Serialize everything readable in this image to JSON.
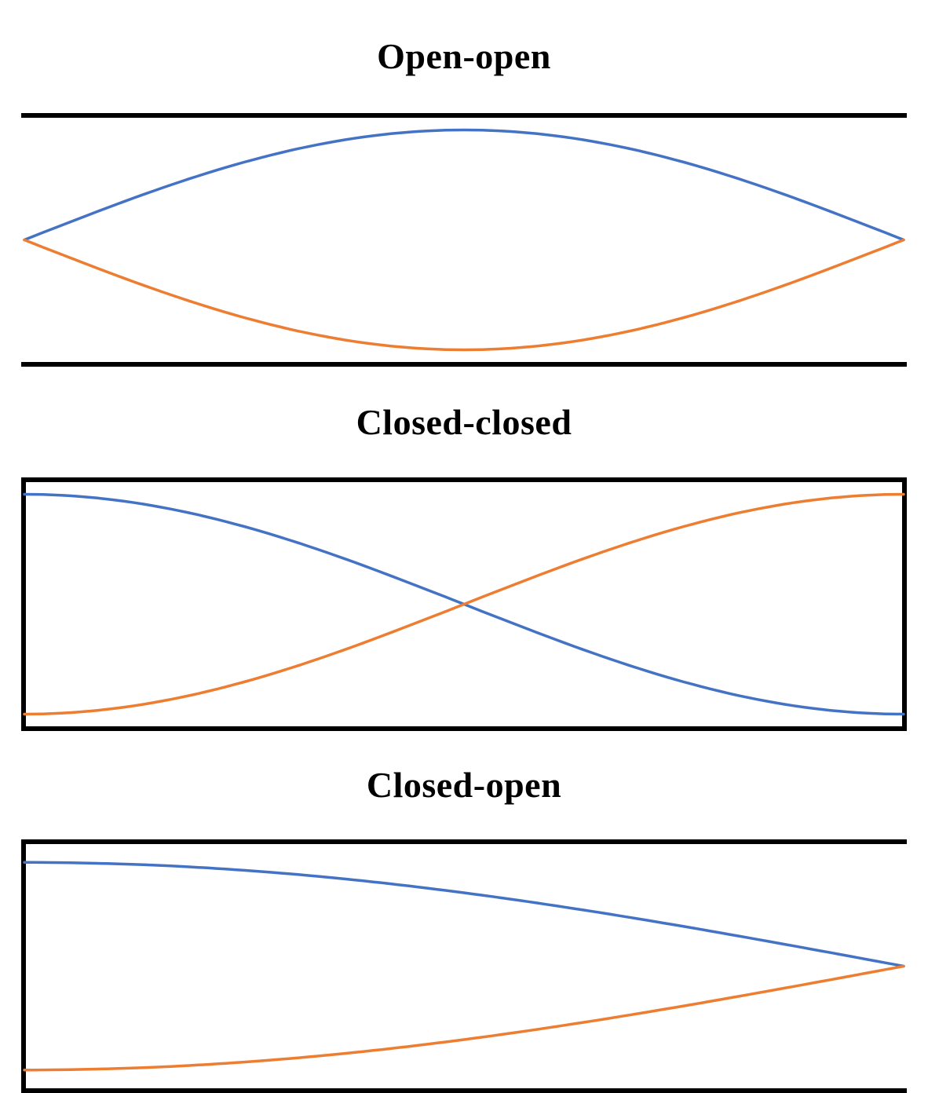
{
  "figure": {
    "background": "#ffffff",
    "text_color": "#000000"
  },
  "colors": {
    "wave_blue": "#4472C4",
    "wave_orange": "#ED7D31",
    "wall": "#000000"
  },
  "panels": [
    {
      "id": "open-open",
      "title": "Open-open",
      "walls": {
        "top": true,
        "right": false,
        "bottom": true,
        "left": false
      },
      "waves": [
        {
          "name": "blue-wave",
          "color_key": "wave_blue",
          "shape": "half-sine",
          "direction": -1,
          "amplitude_ratio": 0.9
        },
        {
          "name": "orange-wave",
          "color_key": "wave_orange",
          "shape": "half-sine",
          "direction": 1,
          "amplitude_ratio": 0.9
        }
      ]
    },
    {
      "id": "closed-closed",
      "title": "Closed-closed",
      "walls": {
        "top": true,
        "right": true,
        "bottom": true,
        "left": true
      },
      "waves": [
        {
          "name": "blue-wave",
          "color_key": "wave_blue",
          "shape": "half-cosine",
          "direction": -1,
          "amplitude_ratio": 0.9
        },
        {
          "name": "orange-wave",
          "color_key": "wave_orange",
          "shape": "half-cosine",
          "direction": 1,
          "amplitude_ratio": 0.9
        }
      ]
    },
    {
      "id": "closed-open",
      "title": "Closed-open",
      "walls": {
        "top": true,
        "right": false,
        "bottom": true,
        "left": true
      },
      "waves": [
        {
          "name": "blue-wave",
          "color_key": "wave_blue",
          "shape": "quarter-cosine",
          "direction": -1,
          "amplitude_ratio": 0.85
        },
        {
          "name": "orange-wave",
          "color_key": "wave_orange",
          "shape": "quarter-cosine",
          "direction": 1,
          "amplitude_ratio": 0.85
        }
      ]
    }
  ]
}
